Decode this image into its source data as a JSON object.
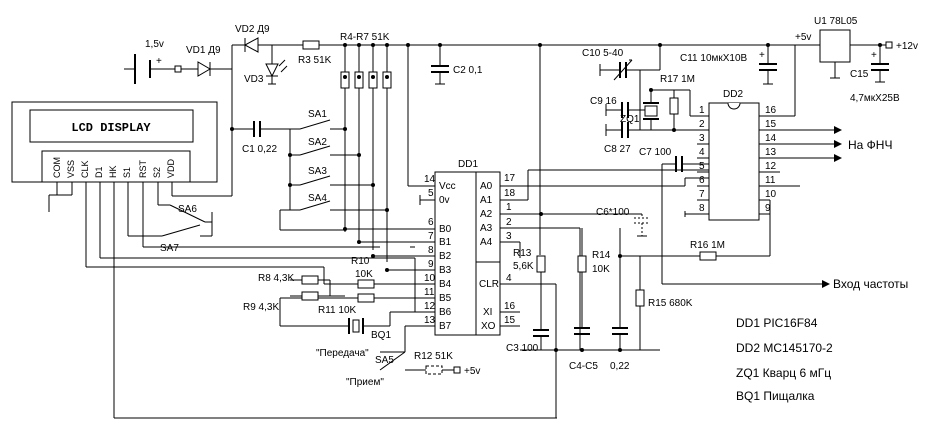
{
  "lcd": {
    "title": "LCD DISPLAY",
    "pins": [
      "COM",
      "VSS",
      "CLK",
      "D1",
      "HK",
      "S1",
      "RST",
      "S2",
      "VDD"
    ]
  },
  "battery": {
    "label": "1,5v"
  },
  "diodes": {
    "vd1": "VD1 Д9",
    "vd2": "VD2 Д9",
    "vd3": "VD3"
  },
  "resistors": {
    "r3": "R3 51K",
    "r4r7": "R4-R7 51K",
    "r8": "R8 4,3K",
    "r9": "R9 4,3K",
    "r10": "R10",
    "r10_value": "10K",
    "r11": "R11 10K",
    "r12": "R12 51K",
    "r13": "R13",
    "r13_value": "5,6K",
    "r14": "R14",
    "r14_value": "10K",
    "r15": "R15 680K",
    "r16": "R16 1M",
    "r17": "R17 1M"
  },
  "capacitors": {
    "c1": "C1 0,22",
    "c2": "C2 0,1",
    "c3": "C3 100",
    "c4c5": "C4-C5",
    "c45_value": "0,22",
    "c6": "C6*100",
    "c7": "C7 100",
    "c8": "C8 27",
    "c9": "C9 16",
    "c10": "C10 5-40",
    "c11": "C11 10мкX10B",
    "c15": "C15",
    "c15_value": "4,7мкX25B"
  },
  "switches": {
    "sa1": "SA1",
    "sa2": "SA2",
    "sa3": "SA3",
    "sa4": "SA4",
    "sa5": "SA5",
    "sa6": "SA6",
    "sa7": "SA7"
  },
  "supply": {
    "u1": "U1 78L05",
    "plus5v": "+5v",
    "plus12v": "+12v",
    "plus5v_r12": "+5v"
  },
  "dd1": {
    "label": "DD1",
    "left_pins": [
      {
        "num": "14",
        "name": "Vcc"
      },
      {
        "num": "5",
        "name": "0v"
      },
      {
        "num": "6",
        "name": "B0"
      },
      {
        "num": "7",
        "name": "B1"
      },
      {
        "num": "8",
        "name": "B2"
      },
      {
        "num": "9",
        "name": "B3"
      },
      {
        "num": "10",
        "name": "B4"
      },
      {
        "num": "11",
        "name": "B5"
      },
      {
        "num": "12",
        "name": "B6"
      },
      {
        "num": "13",
        "name": "B7"
      }
    ],
    "right_pins": [
      {
        "num": "17",
        "name": "A0"
      },
      {
        "num": "18",
        "name": "A1"
      },
      {
        "num": "1",
        "name": "A2"
      },
      {
        "num": "2",
        "name": "A3"
      },
      {
        "num": "3",
        "name": "A4"
      },
      {
        "num": "4",
        "name": "CLR"
      },
      {
        "num": "16",
        "name": "XI"
      },
      {
        "num": "15",
        "name": "XO"
      }
    ]
  },
  "dd2": {
    "label": "DD2",
    "left_pins": [
      "1",
      "2",
      "3",
      "4",
      "5",
      "6",
      "7",
      "8"
    ],
    "right_pins": [
      "16",
      "15",
      "14",
      "13",
      "12",
      "11",
      "10",
      "9"
    ]
  },
  "crystal": {
    "zq1": "ZQ1"
  },
  "buzzer": {
    "bq1": "BQ1"
  },
  "signals": {
    "nfch": "На ФНЧ",
    "freq_in": "Вход частоты",
    "tx": "\"Передача\"",
    "rx": "\"Прием\""
  },
  "legend": [
    "DD1 PIC16F84",
    "DD2 MC145170-2",
    "ZQ1 Кварц 6 мГц",
    "BQ1 Пищалка"
  ]
}
